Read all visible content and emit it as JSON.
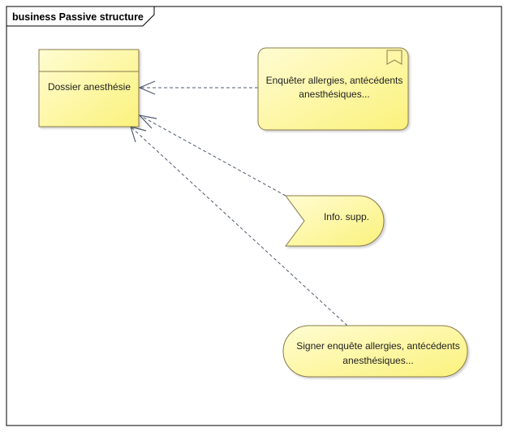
{
  "frame": {
    "title": "business Passive structure"
  },
  "elements": {
    "data_object": {
      "label": "Dossier anesthésie"
    },
    "business_event": {
      "line1": "Enquêter allergies, antécédents",
      "line2": "anesthésiques..."
    },
    "business_interaction": {
      "label": "Info. supp."
    },
    "business_service": {
      "line1": "Signer enquête allergies, antécédents",
      "line2": "anesthésiques..."
    }
  },
  "colors": {
    "fill_light": "#fffcd2",
    "fill_dark": "#fbf27c",
    "border": "#8b7a4a",
    "connector": "#4f5a6e"
  }
}
